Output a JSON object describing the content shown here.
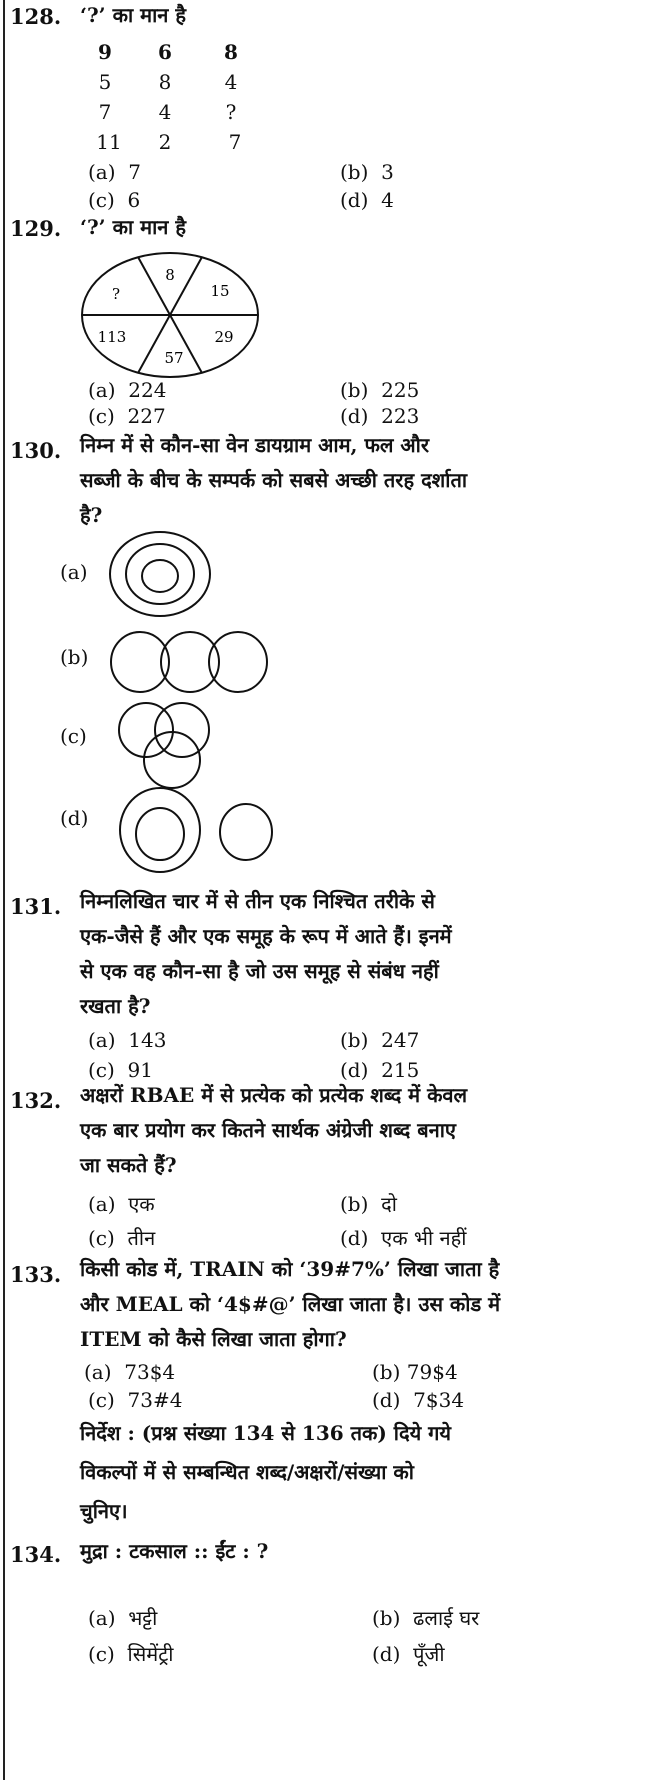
{
  "q128": {
    "num": "128.",
    "text": "‘?’ का मान है",
    "matrix": [
      [
        "9",
        "6",
        "8"
      ],
      [
        "5",
        "8",
        "4"
      ],
      [
        "7",
        "4",
        "?"
      ],
      [
        "11",
        "2",
        "7"
      ]
    ],
    "options": [
      {
        "label": "(a)",
        "value": "7"
      },
      {
        "label": "(b)",
        "value": "3"
      },
      {
        "label": "(c)",
        "value": "6"
      },
      {
        "label": "(d)",
        "value": "4"
      }
    ]
  },
  "q129": {
    "num": "129.",
    "text": "‘?’ का मान है",
    "wheel": [
      "8",
      "15",
      "29",
      "57",
      "113",
      "?"
    ],
    "options": [
      {
        "label": "(a)",
        "value": "224"
      },
      {
        "label": "(b)",
        "value": "225"
      },
      {
        "label": "(c)",
        "value": "227"
      },
      {
        "label": "(d)",
        "value": "223"
      }
    ]
  },
  "q130": {
    "num": "130.",
    "lines": [
      "निम्न में से कौन-सा वेन डायग्राम आम, फल और",
      "सब्जी के बीच के सम्पर्क को सबसे अच्छी तरह दर्शाता",
      "है?"
    ],
    "options": [
      "(a)",
      "(b)",
      "(c)",
      "(d)"
    ]
  },
  "q131": {
    "num": "131.",
    "lines": [
      "निम्नलिखित चार में से तीन एक निश्चित तरीके से",
      "एक-जैसे हैं और एक समूह के रूप में आते हैं। इनमें",
      "से एक वह कौन-सा है जो उस समूह से संबंध नहीं",
      "रखता है?"
    ],
    "options": [
      {
        "label": "(a)",
        "value": "143"
      },
      {
        "label": "(b)",
        "value": "247"
      },
      {
        "label": "(c)",
        "value": "91"
      },
      {
        "label": "(d)",
        "value": "215"
      }
    ]
  },
  "q132": {
    "num": "132.",
    "lines": [
      "अक्षरों RBAE में से प्रत्येक को प्रत्येक शब्द में केवल",
      "एक बार प्रयोग कर कितने सार्थक अंग्रेजी शब्द बनाए",
      "जा सकते हैं?"
    ],
    "options": [
      {
        "label": "(a)",
        "value": "एक"
      },
      {
        "label": "(b)",
        "value": "दो"
      },
      {
        "label": "(c)",
        "value": "तीन"
      },
      {
        "label": "(d)",
        "value": "एक भी नहीं"
      }
    ]
  },
  "q133": {
    "num": "133.",
    "lines": [
      "किसी कोड में, TRAIN को ‘39#7%’ लिखा जाता है",
      "और MEAL को ‘4$#@’ लिखा जाता है। उस कोड में",
      "ITEM को कैसे लिखा जाता होगा?"
    ],
    "options": [
      {
        "label": "(a)",
        "value": "73$4"
      },
      {
        "label": "(b)",
        "value": "79$4"
      },
      {
        "label": "(c)",
        "value": "73#4"
      },
      {
        "label": "(d)",
        "value": "7$34"
      }
    ]
  },
  "directions": {
    "lines": [
      "निर्देश : (प्रश्न संख्या 134 से 136 तक) दिये गये",
      "विकल्पों में से सम्बन्धित शब्द/अक्षरों/संख्या को",
      "चुनिए।"
    ]
  },
  "q134": {
    "num": "134.",
    "text": "मुद्रा : टकसाल :: ईंट : ?",
    "options": [
      {
        "label": "(a)",
        "value": "भट्टी"
      },
      {
        "label": "(b)",
        "value": "ढलाई घर"
      },
      {
        "label": "(c)",
        "value": "सिमेंट्री"
      },
      {
        "label": "(d)",
        "value": "पूँजी"
      }
    ]
  }
}
